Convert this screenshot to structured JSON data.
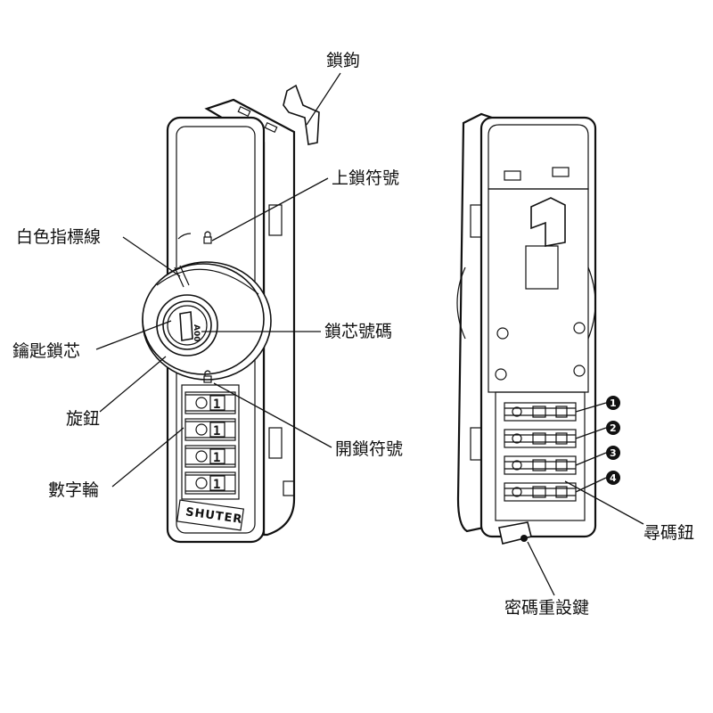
{
  "labels": {
    "latch_hook": "鎖鉤",
    "lock_symbol": "上鎖符號",
    "white_indicator_line": "白色指標線",
    "key_cylinder_number": "鎖芯號碼",
    "key_cylinder": "鑰匙鎖芯",
    "knob": "旋鈕",
    "unlock_symbol": "開鎖符號",
    "number_wheels": "數字輪",
    "search_code_button": "尋碼鈕",
    "code_reset_key": "密碼重設鍵"
  },
  "front": {
    "wheel_digits": [
      "1",
      "1",
      "1",
      "1"
    ],
    "brand": "SHUTER",
    "cylinder_code": "A00"
  },
  "back": {
    "markers": [
      "1",
      "2",
      "3",
      "4"
    ]
  }
}
